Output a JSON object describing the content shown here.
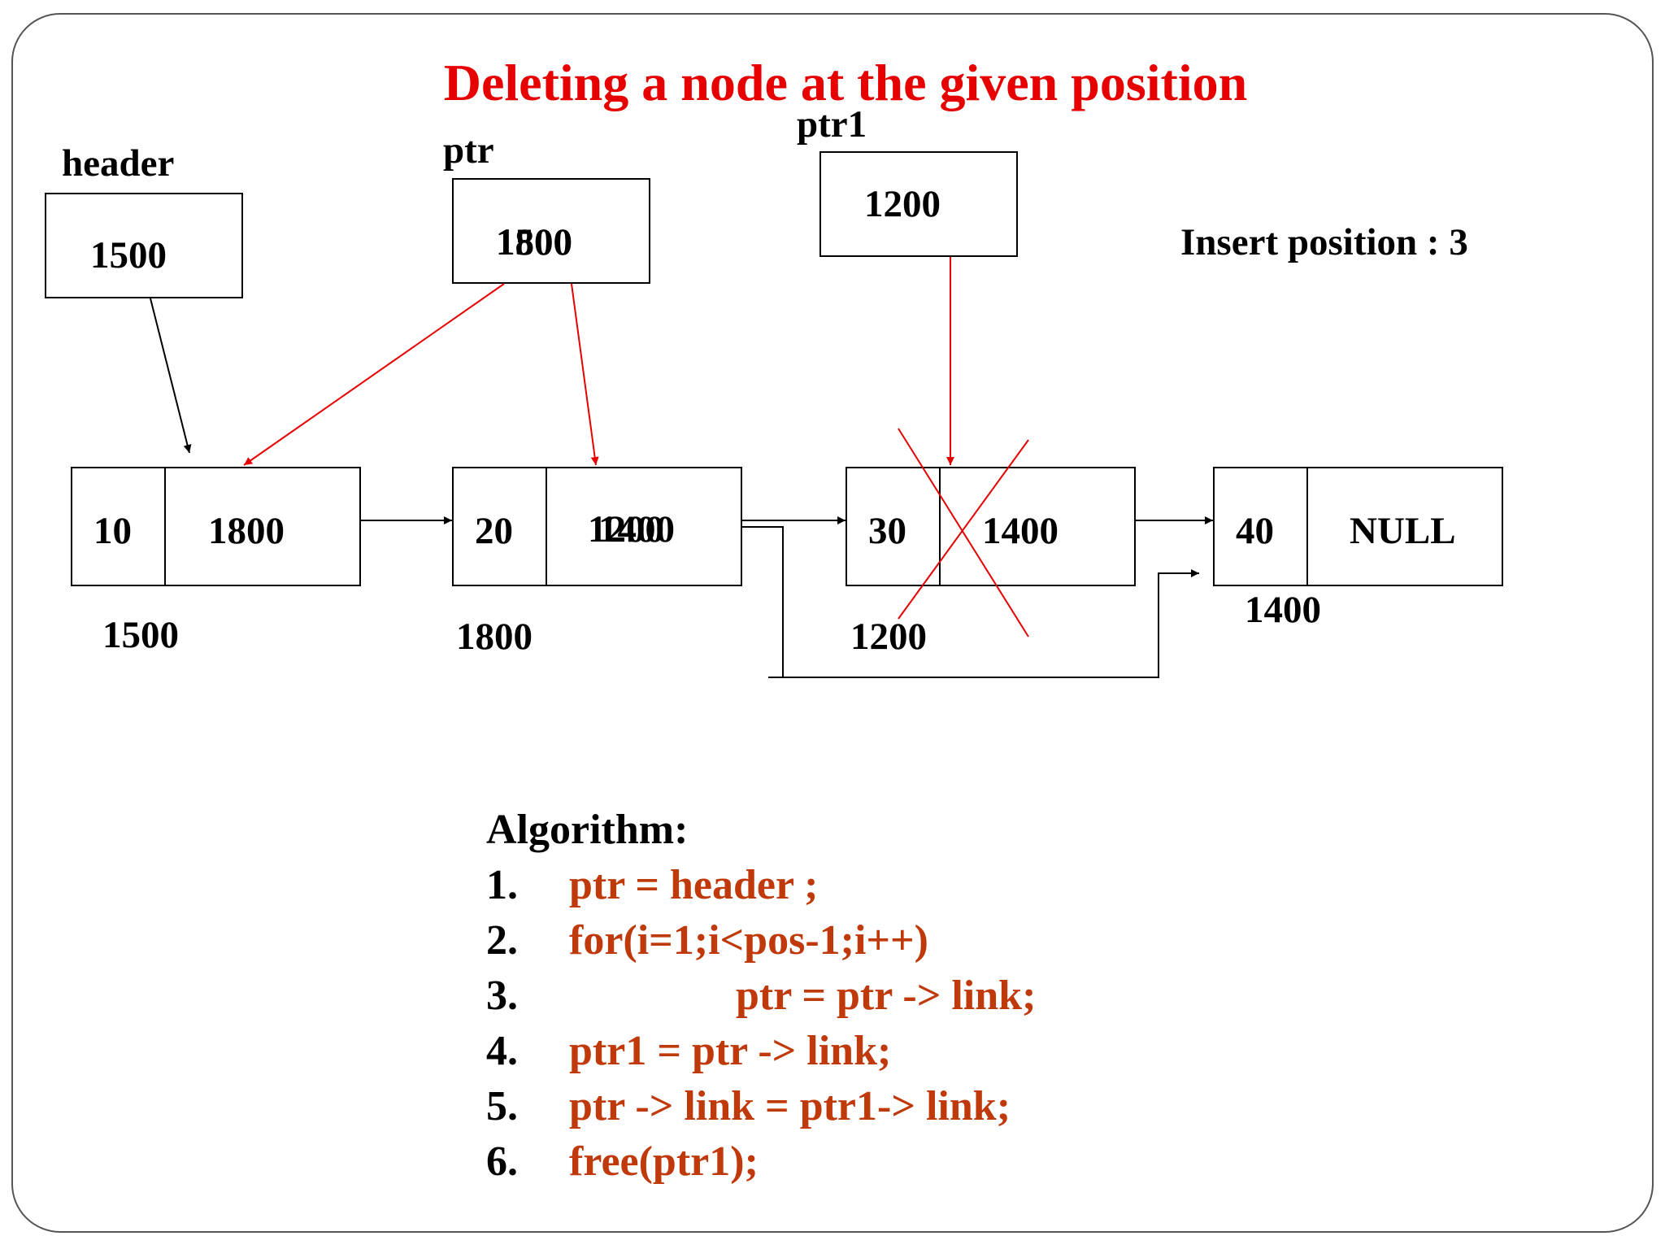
{
  "title": "Deleting a node at the given position",
  "labels": {
    "header": "header",
    "ptr": "ptr",
    "ptr1": "ptr1",
    "insert_position": "Insert position : 3"
  },
  "pointer_boxes": {
    "header_value": "1500",
    "ptr_value_old": "1500",
    "ptr_value_new": "1800",
    "ptr1_value": "1200"
  },
  "nodes": [
    {
      "data": "10",
      "link": "1800",
      "address": "1500"
    },
    {
      "data": "20",
      "link_old": "1200",
      "link_new": "1400",
      "address": "1800"
    },
    {
      "data": "30",
      "link": "1400",
      "address": "1200",
      "deleted": true
    },
    {
      "data": "40",
      "link": "NULL",
      "address": "1400"
    }
  ],
  "algorithm": {
    "heading": "Algorithm:",
    "steps": [
      {
        "num": "1.",
        "code": "ptr = header ;"
      },
      {
        "num": "2.",
        "code": "for(i=1;i<pos-1;i++)"
      },
      {
        "num": "3.",
        "code": "ptr = ptr -> link;"
      },
      {
        "num": "4.",
        "code": "ptr1 = ptr -> link;"
      },
      {
        "num": "5.",
        "code": "ptr -> link = ptr1-> link;"
      },
      {
        "num": "6.",
        "code": "free(ptr1);"
      }
    ]
  },
  "colors": {
    "title": "#e60000",
    "code": "#c0390b",
    "pointer_arrow": "#e60000",
    "delete_cross": "#e60000"
  }
}
